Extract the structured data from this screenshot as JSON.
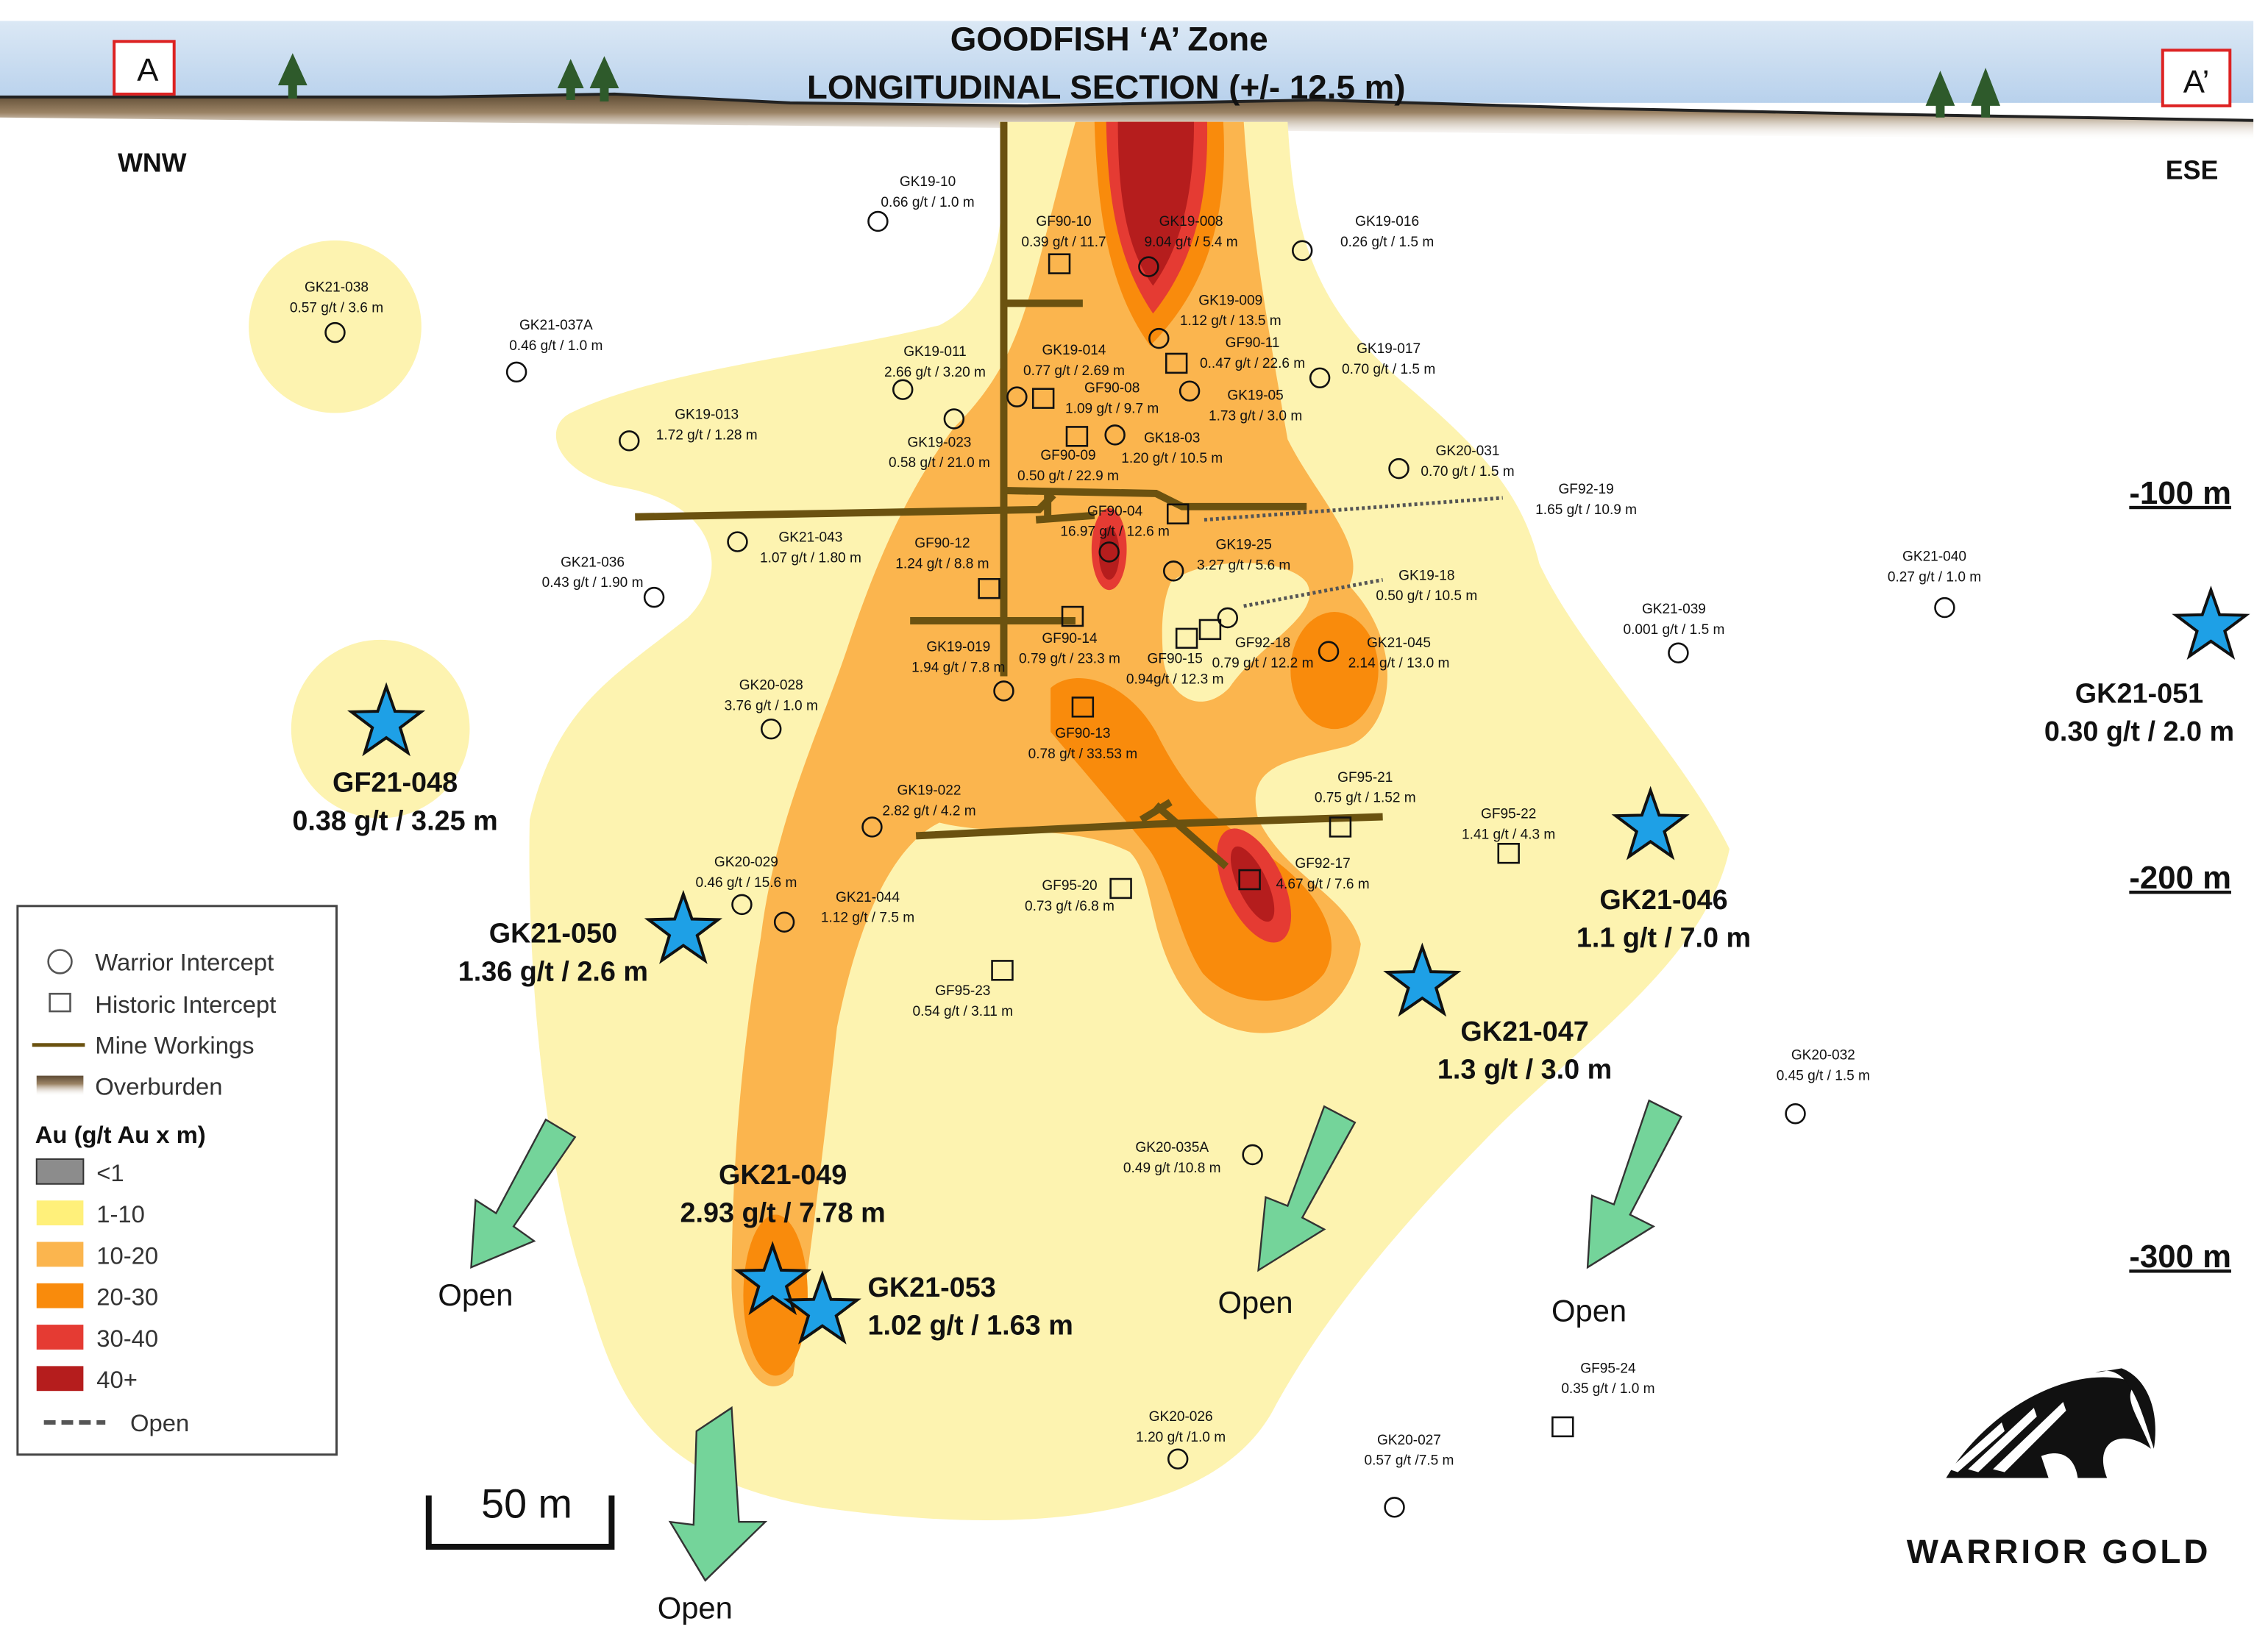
{
  "title": {
    "line1": "GOODFISH ‘A’ Zone",
    "line2": "LONGITUDINAL SECTION (+/- 12.5 m)"
  },
  "section_ends": {
    "left": "A",
    "right": "A’"
  },
  "directions": {
    "left": "WNW",
    "right": "ESE"
  },
  "depths": [
    "-100 m",
    "-200 m",
    "-300 m"
  ],
  "scale_bar": "50 m",
  "open_labels": [
    "Open",
    "Open",
    "Open",
    "Open"
  ],
  "logo": {
    "text": "WARRIOR GOLD",
    "icon": "warrior-helmet-icon"
  },
  "colors": {
    "lt1_10": "#fdf3b0",
    "c10_20": "#fbb54e",
    "c20_30": "#f98b0c",
    "c30_40": "#e53b33",
    "c40": "#b51d1d",
    "lt1": "#8c8c8c",
    "workings": "#6b5210",
    "star": "#1ea0e6",
    "arrow": "#74d49a"
  },
  "legend": {
    "items": [
      {
        "icon": "circle-icon",
        "label": "Warrior Intercept"
      },
      {
        "icon": "square-icon",
        "label": "Historic Intercept"
      },
      {
        "icon": "line-icon",
        "label": "Mine Workings"
      },
      {
        "icon": "gradient-icon",
        "label": "Overburden"
      }
    ],
    "au_title": "Au (g/t Au x m)",
    "grades": [
      {
        "label": "<1",
        "color": "#8c8c8c"
      },
      {
        "label": "1-10",
        "color": "#fff07a"
      },
      {
        "label": "10-20",
        "color": "#fbb54e"
      },
      {
        "label": "20-30",
        "color": "#f98b0c"
      },
      {
        "label": "30-40",
        "color": "#e53b33"
      },
      {
        "label": "40+",
        "color": "#b51d1d"
      }
    ],
    "open": "Open"
  },
  "intercepts": [
    {
      "hole": "GK19-10",
      "value": "0.66 g/t / 1.0 m",
      "type": "warrior"
    },
    {
      "hole": "GF90-10",
      "value": "0.39 g/t / 11.7",
      "type": "historic"
    },
    {
      "hole": "GK19-008",
      "value": "9.04 g/t / 5.4 m",
      "type": "warrior"
    },
    {
      "hole": "GK19-016",
      "value": "0.26 g/t / 1.5 m",
      "type": "warrior"
    },
    {
      "hole": "GK21-038",
      "value": "0.57 g/t / 3.6 m",
      "type": "warrior"
    },
    {
      "hole": "GK21-037A",
      "value": "0.46 g/t / 1.0 m",
      "type": "warrior"
    },
    {
      "hole": "GK19-009",
      "value": "1.12 g/t / 13.5 m",
      "type": "warrior"
    },
    {
      "hole": "GF90-11",
      "value": "0..47 g/t / 22.6 m",
      "type": "historic"
    },
    {
      "hole": "GK19-017",
      "value": "0.70 g/t / 1.5 m",
      "type": "warrior"
    },
    {
      "hole": "GK19-011",
      "value": "2.66 g/t / 3.20 m",
      "type": "warrior"
    },
    {
      "hole": "GK19-014",
      "value": "0.77 g/t / 2.69 m",
      "type": "warrior"
    },
    {
      "hole": "GF90-08",
      "value": "1.09 g/t / 9.7 m",
      "type": "historic"
    },
    {
      "hole": "GK19-05",
      "value": "1.73 g/t / 3.0 m",
      "type": "warrior"
    },
    {
      "hole": "GK19-013",
      "value": "1.72 g/t / 1.28 m",
      "type": "warrior"
    },
    {
      "hole": "GK19-023",
      "value": "0.58 g/t / 21.0 m",
      "type": "warrior"
    },
    {
      "hole": "GF90-09",
      "value": "0.50 g/t / 22.9 m",
      "type": "historic"
    },
    {
      "hole": "GK18-03",
      "value": "1.20 g/t / 10.5 m",
      "type": "warrior"
    },
    {
      "hole": "GK20-031",
      "value": "0.70 g/t / 1.5 m",
      "type": "warrior"
    },
    {
      "hole": "GF92-19",
      "value": "1.65 g/t / 10.9 m",
      "type": "historic"
    },
    {
      "hole": "GF90-04",
      "value": "16.97 g/t / 12.6 m",
      "type": "warrior"
    },
    {
      "hole": "GK21-043",
      "value": "1.07 g/t / 1.80 m",
      "type": "warrior"
    },
    {
      "hole": "GF90-12",
      "value": "1.24  g/t / 8.8 m",
      "type": "historic"
    },
    {
      "hole": "GK19-25",
      "value": "3.27 g/t / 5.6 m",
      "type": "warrior"
    },
    {
      "hole": "GK21-036",
      "value": "0.43 g/t / 1.90 m",
      "type": "warrior"
    },
    {
      "hole": "GK19-18",
      "value": "0.50 g/t / 10.5 m",
      "type": "warrior"
    },
    {
      "hole": "GF90-14",
      "value": "0.79 g/t / 23.3 m",
      "type": "historic"
    },
    {
      "hole": "GF92-18",
      "value": "0.79 g/t / 12.2 m",
      "type": "historic"
    },
    {
      "hole": "GF90-15",
      "value": "0.94g/t / 12.3 m",
      "type": "historic"
    },
    {
      "hole": "GK21-045",
      "value": "2.14 g/t / 13.0 m",
      "type": "warrior"
    },
    {
      "hole": "GK19-019",
      "value": "1.94 g/t / 7.8 m",
      "type": "warrior"
    },
    {
      "hole": "GK21-039",
      "value": "0.001 g/t / 1.5 m",
      "type": "warrior"
    },
    {
      "hole": "GK21-040",
      "value": "0.27 g/t / 1.0 m",
      "type": "warrior"
    },
    {
      "hole": "GK20-028",
      "value": "3.76 g/t / 1.0 m",
      "type": "warrior"
    },
    {
      "hole": "GF90-13",
      "value": "0.78 g/t / 33.53 m",
      "type": "historic"
    },
    {
      "hole": "GF95-21",
      "value": "0.75 g/t / 1.52 m",
      "type": "historic"
    },
    {
      "hole": "GK19-022",
      "value": "2.82 g/t / 4.2 m",
      "type": "warrior"
    },
    {
      "hole": "GF95-22",
      "value": "1.41 g/t / 4.3 m",
      "type": "historic"
    },
    {
      "hole": "GF92-17",
      "value": "4.67 g/t / 7.6 m",
      "type": "historic"
    },
    {
      "hole": "GK20-029",
      "value": "0.46 g/t / 15.6 m",
      "type": "warrior"
    },
    {
      "hole": "GK21-044",
      "value": "1.12 g/t / 7.5 m",
      "type": "warrior"
    },
    {
      "hole": "GF95-20",
      "value": "0.73 g/t /6.8 m",
      "type": "historic"
    },
    {
      "hole": "GF95-23",
      "value": "0.54 g/t / 3.11 m",
      "type": "historic"
    },
    {
      "hole": "GK20-032",
      "value": "0.45 g/t / 1.5 m",
      "type": "warrior"
    },
    {
      "hole": "GK20-035A",
      "value": "0.49 g/t /10.8 m",
      "type": "warrior"
    },
    {
      "hole": "GF95-24",
      "value": "0.35 g/t / 1.0 m",
      "type": "historic"
    },
    {
      "hole": "GK20-026",
      "value": "1.20 g/t /1.0 m",
      "type": "warrior"
    },
    {
      "hole": "GK20-027",
      "value": "0.57 g/t /7.5 m",
      "type": "warrior"
    }
  ],
  "highlights": [
    {
      "hole": "GF21-048",
      "value": "0.38 g/t / 3.25 m"
    },
    {
      "hole": "GK21-050",
      "value": "1.36 g/t / 2.6 m"
    },
    {
      "hole": "GK21-049",
      "value": "2.93 g/t / 7.78 m"
    },
    {
      "hole": "GK21-053",
      "value": "1.02 g/t / 1.63 m"
    },
    {
      "hole": "GK21-046",
      "value": "1.1 g/t / 7.0 m"
    },
    {
      "hole": "GK21-047",
      "value": "1.3 g/t / 3.0 m"
    },
    {
      "hole": "GK21-051",
      "value": "0.30 g/t / 2.0 m"
    }
  ]
}
